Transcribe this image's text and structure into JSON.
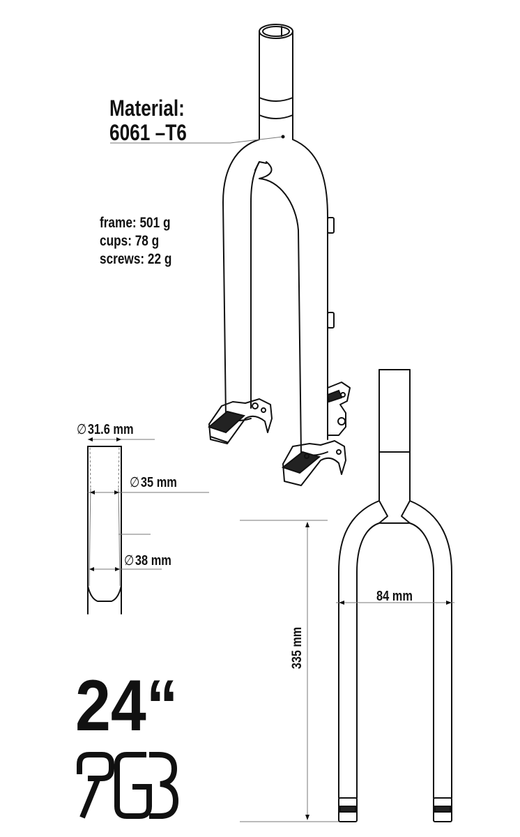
{
  "material": {
    "label": "Material:",
    "value": "6061 –T6"
  },
  "weights": [
    {
      "label": "frame:",
      "value": "501 g"
    },
    {
      "label": "cups:",
      "value": "78 g"
    },
    {
      "label": "screws:",
      "value": "22 g"
    }
  ],
  "tube_dimensions": {
    "diameter_symbol": "∅",
    "inner": "31.6 mm",
    "middle": "35 mm",
    "outer": "38 mm"
  },
  "fork_dimensions": {
    "width": "84 mm",
    "height": "335 mm"
  },
  "wheel_size": "24“",
  "logo": {
    "text": "RGB",
    "icon": "rgb-logo-icon"
  }
}
